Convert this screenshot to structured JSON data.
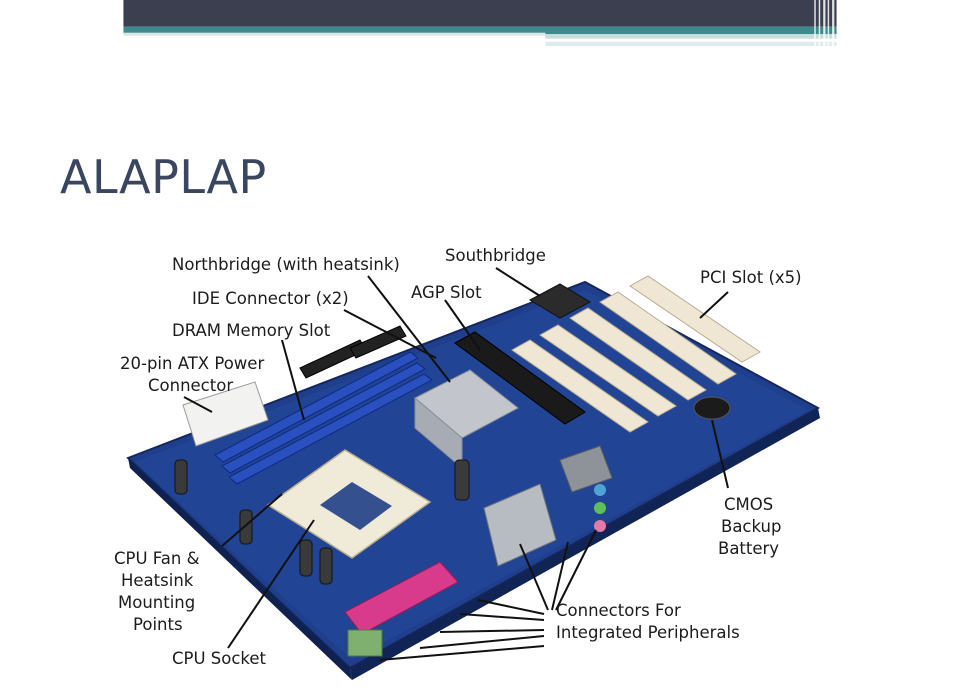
{
  "slide": {
    "title": "ALAPLAP"
  },
  "labels": {
    "northbridge": "Northbridge (with heatsink)",
    "southbridge": "Southbridge",
    "ide": "IDE Connector (x2)",
    "agp": "AGP Slot",
    "pci": "PCI Slot (x5)",
    "dram": "DRAM Memory Slot",
    "atx_line1": "20-pin ATX Power",
    "atx_line2": "Connector",
    "cmos_line1": "CMOS",
    "cmos_line2": "Backup",
    "cmos_line3": "Battery",
    "fan_line1": "CPU Fan &",
    "fan_line2": "Heatsink",
    "fan_line3": "Mounting",
    "fan_line4": "Points",
    "cpu_socket": "CPU Socket",
    "periph_line1": "Connectors For",
    "periph_line2": "Integrated Peripherals"
  },
  "colors": {
    "header_dark": "#3b3f4f",
    "header_teal": "#3d8a8c",
    "title": "#3a4660",
    "board_blue": "#1f3f8c",
    "slot_white": "#efe7d4",
    "dimm_blue": "#2a4fbf"
  }
}
